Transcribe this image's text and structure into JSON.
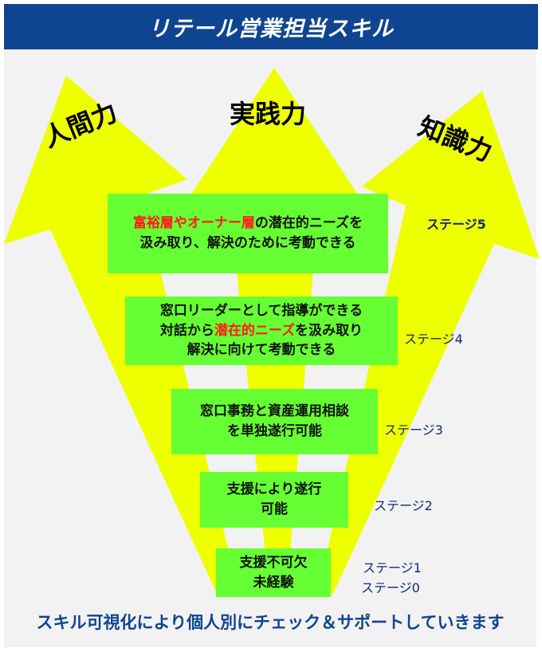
{
  "title": "リテール営業担当スキル",
  "arrows": [
    {
      "label": "人間力"
    },
    {
      "label": "実践力"
    },
    {
      "label": "知識力"
    }
  ],
  "colors": {
    "header": "#0f4590",
    "arrow": "#eeff00",
    "box": "#66ff33",
    "highlight": "#ff1a1a",
    "stage_text": "#0f2a70"
  },
  "stages": [
    {
      "label": "ステージ5",
      "line1_red_a": "富裕層やオーナー層",
      "line1_rest": "の潜在的ニーズを",
      "line2": "汲み取り、解決のために考動できる"
    },
    {
      "label": "ステージ4",
      "line1": "窓口リーダーとして指導ができる",
      "line2_pre": "対話から",
      "line2_red": "潜在的ニーズ",
      "line2_post": "を汲み取り",
      "line3": "解決に向けて考動できる"
    },
    {
      "label": "ステージ3",
      "line1": "窓口事務と資産運用相談",
      "line2": "を単独遂行可能"
    },
    {
      "label": "ステージ2",
      "line1": "支援により遂行",
      "line2": "可能"
    },
    {
      "label": "ステージ1",
      "label0": "ステージ0",
      "line1": "支援不可欠",
      "line2": "未経験"
    }
  ],
  "footer": "スキル可視化により個人別にチェック＆サポートしていきます"
}
